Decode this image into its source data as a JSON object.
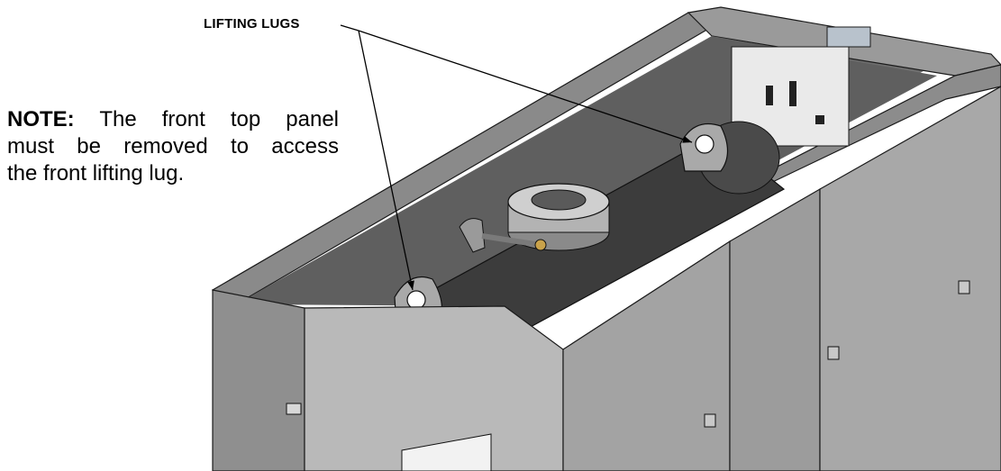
{
  "callout": {
    "label": "LIFTING LUGS"
  },
  "note": {
    "heading": "NOTE:",
    "line1": "The front top panel",
    "line2": "must be removed to access",
    "line3": "the front lifting lug."
  },
  "colors": {
    "panel_light": "#b8b8b8",
    "panel_mid": "#8f8f8f",
    "panel_dark": "#5e5e5e",
    "frame_top": "#767676",
    "interior": "#6a6a6a",
    "tank": "#3c3c3c",
    "outline": "#1a1a1a",
    "arrow": "#000000"
  }
}
